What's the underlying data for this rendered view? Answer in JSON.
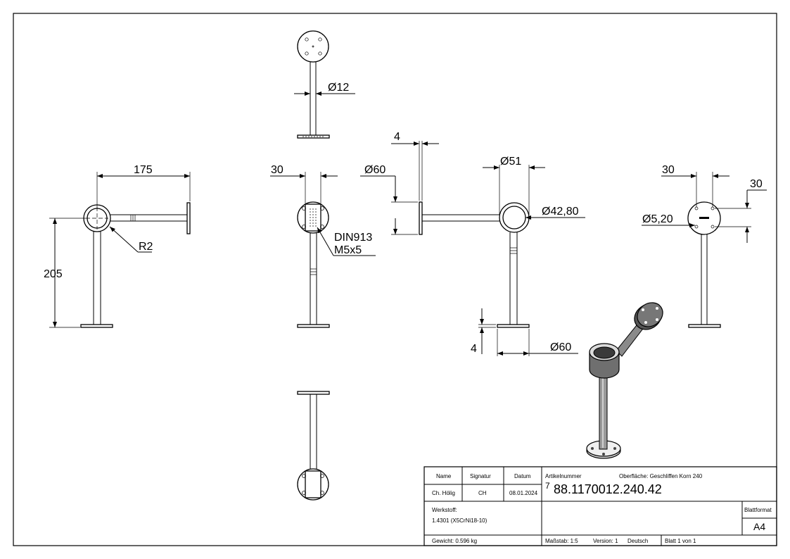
{
  "dimensions": {
    "d12": "Ø12",
    "len175": "175",
    "r2": "R2",
    "len205": "205",
    "len30_front": "30",
    "din": "DIN913",
    "m5": "M5x5",
    "len4_top": "4",
    "d60_flange": "Ø60",
    "d51": "Ø51",
    "d42_80": "Ø42,80",
    "len4_bottom": "4",
    "d60_base": "Ø60",
    "len30_right_h": "30",
    "len30_right_v": "30",
    "d5_20": "Ø5,20"
  },
  "title_block": {
    "name_header": "Name",
    "signature_header": "Signatur",
    "date_header": "Datum",
    "name_value": "Ch. Hölig",
    "signature_value": "CH",
    "date_value": "08.01.2024",
    "article_label": "Artikelnummer",
    "surface_label": "Oberfläche:  Geschliffen Korn 240",
    "article_prefix": "7",
    "article_number": "88.1170012.240.42",
    "material_label": "Werkstoff:",
    "material_value": "1.4301 (X5CrNi18-10)",
    "format_label": "Blattformat",
    "format_value": "A4",
    "weight": "Gewicht: 0.596 kg",
    "scale": "Maßstab: 1:5",
    "version": "Version: 1",
    "language": "Deutsch",
    "sheet": "Blatt 1 von 1"
  }
}
